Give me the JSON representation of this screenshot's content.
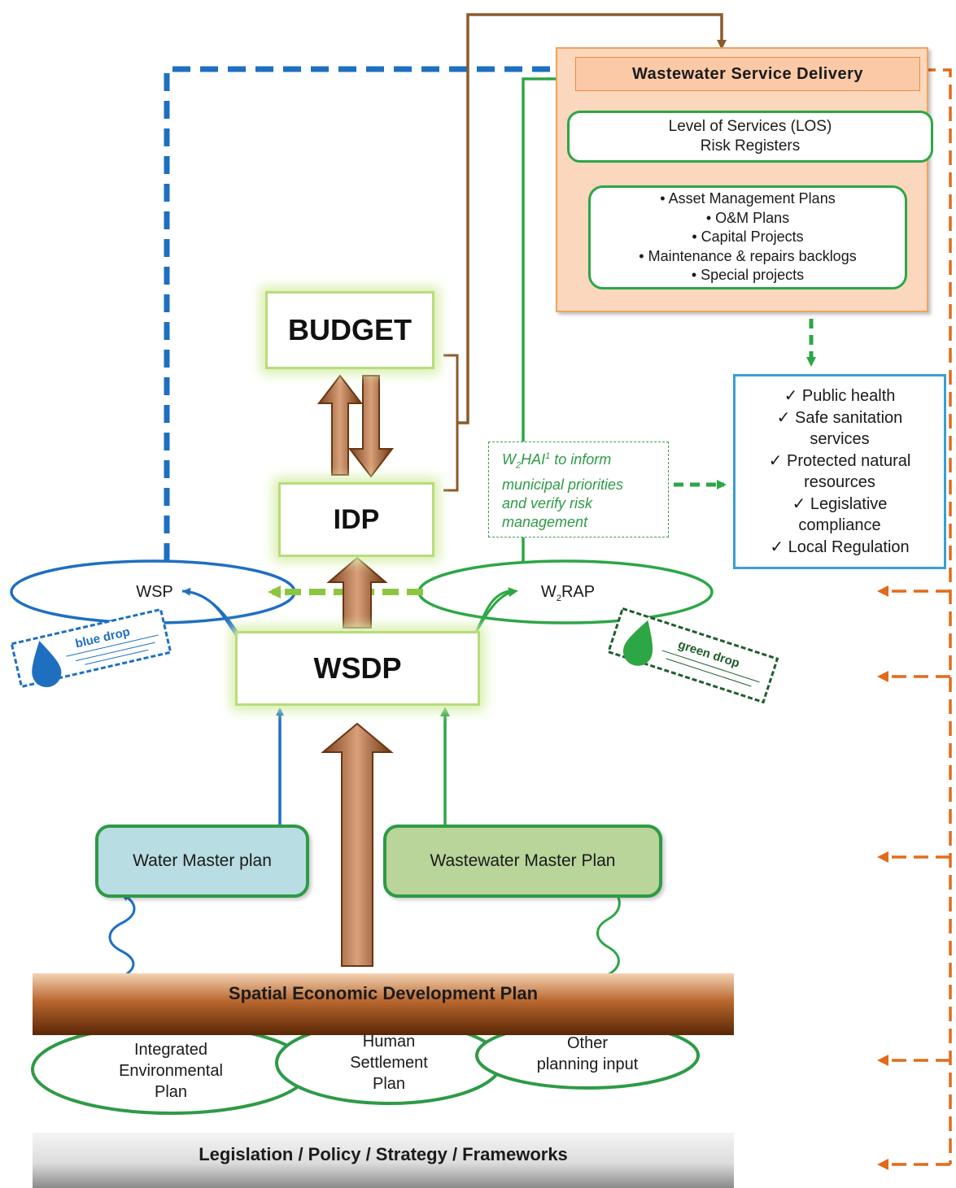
{
  "wastewater_service_delivery": {
    "title": "Wastewater Service Delivery",
    "los_line1": "Level of Services (LOS)",
    "los_line2": "Risk Registers",
    "plans": [
      "• Asset Management Plans",
      "• O&M Plans",
      "• Capital Projects",
      "• Maintenance & repairs backlogs",
      "• Special projects"
    ]
  },
  "outcomes": [
    "✓ Public health",
    "✓ Safe sanitation",
    "services",
    "✓ Protected natural",
    "resources",
    "✓ Legislative",
    "compliance",
    "✓ Local Regulation"
  ],
  "budget": "BUDGET",
  "idp": "IDP",
  "wsdp": "WSDP",
  "wsp": "WSP",
  "w2rap": {
    "prefix": "W",
    "sub": "2",
    "suffix": "RAP"
  },
  "w2hai": {
    "line1_prefix": "W",
    "line1_sub": "2",
    "line1_mid": "HAI",
    "line1_sup": "1",
    "line1_rest": " to inform",
    "line2": "municipal priorities",
    "line3": "and verify  risk",
    "line4": "management"
  },
  "blue_drop_label": "blue drop",
  "green_drop_label": "green drop",
  "water_master_plan": "Water Master plan",
  "wastewater_master_plan": "Wastewater Master Plan",
  "sedp": "Spatial Economic Development Plan",
  "iep": [
    "Integrated",
    "Environmental",
    "Plan"
  ],
  "hsp": [
    "Human",
    "Settlement",
    "Plan"
  ],
  "opi": [
    "Other",
    "planning input"
  ],
  "legislation": "Legislation / Policy / Strategy / Frameworks",
  "colors": {
    "blue": "#1f6fc0",
    "green": "#2da646",
    "light_green": "#8cc63f",
    "brown": "#8b5a2b",
    "orange": "#e26b1a"
  }
}
